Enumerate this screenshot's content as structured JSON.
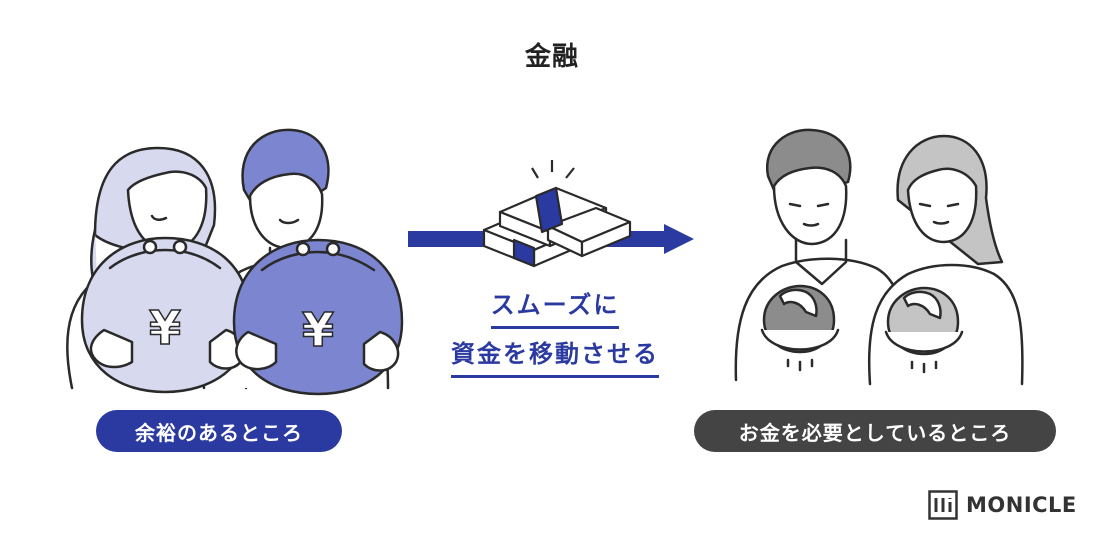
{
  "title": "金融",
  "center": {
    "line1": "スムーズに",
    "line2": "資金を移動させる"
  },
  "left_label": "余裕のあるところ",
  "right_label": "お金を必要としているところ",
  "yen_symbol": "¥",
  "brand": "MONICLE",
  "colors": {
    "navy": "#2b3aa0",
    "lavender": "#d7d9ee",
    "periwinkle": "#7c86d0",
    "dark_gray": "#444444",
    "mid_gray": "#8c8c8c",
    "light_gray": "#c4c4c4",
    "outline": "#2a2a2a"
  }
}
